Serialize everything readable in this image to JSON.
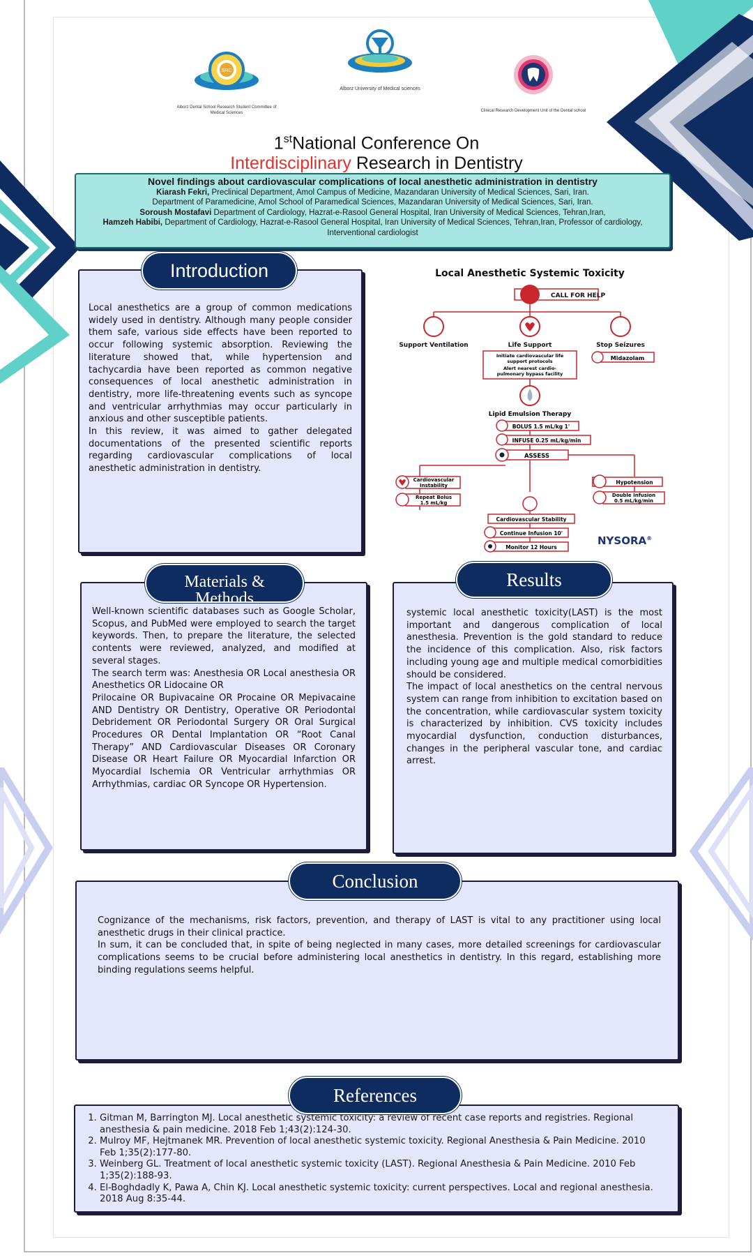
{
  "logos": {
    "left_caption": "Alborz Dental School Research Student Committee of Medical Sciences",
    "center_caption": "Alborz University of Medical sciences",
    "right_caption": "Clinical Research Development Unit of the Dental school",
    "left_badge": "SRC"
  },
  "title": {
    "line1_number": "1",
    "line1_sup": "st",
    "line1_rest": "National Conference On",
    "line2_red": "Interdisciplinary",
    "line2_rest": " Research in Dentistry"
  },
  "authors": {
    "headline": "Novel findings about cardiovascular complications of local anesthetic administration in dentistry",
    "a1_name": "Kiarash Fekri,",
    "a1_aff": " Preclinical Department, Amol Campus of Medicine, Mazandaran University of Medical Sciences, Sari, Iran.",
    "a1_aff2": "Department of Paramedicine, Amol School of Paramedical Sciences, Mazandaran University of Medical Sciences, Sari, Iran.",
    "a2_name": "Soroush Mostafavi",
    "a2_aff": " Department of Cardiology, Hazrat-e-Rasool General Hospital, Iran University of Medical Sciences, Tehran,Iran,",
    "a3_name": "Hamzeh Habibi,",
    "a3_aff": " Department of Cardiology, Hazrat-e-Rasool General Hospital, Iran University of Medical Sciences, Tehran,Iran, Professor of cardiology,",
    "a3_aff2": "Interventional cardiologist"
  },
  "introduction": {
    "title": "Introduction",
    "p1": "Local anesthetics are a group of common medications widely used in dentistry. Although many people consider them safe, various side effects have been reported to occur following systemic absorption. Reviewing the literature showed that, while hypertension and tachycardia have been reported as common negative consequences of local anesthetic administration in dentistry, more life-threatening events such as syncope and ventricular arrhythmias may occur particularly in anxious and other susceptible patients.",
    "p2": "In this review, it was aimed to gather delegated documentations of the presented scientific reports regarding cardiovascular complications of local anesthetic administration in dentistry."
  },
  "flowchart": {
    "title": "Local Anesthetic Systemic Toxicity",
    "call": "CALL FOR HELP",
    "support_ventilation": "Support Ventilation",
    "life_support": "Life Support",
    "stop_seizures": "Stop Seizures",
    "life_box_1": "Initiate cardiovascular life",
    "life_box_2": "support protocols",
    "life_box_3": "Alert nearest cardio-",
    "life_box_4": "pulmonary bypass facility",
    "midazolam": "Midazolam",
    "lipid": "Lipid Emulsion Therapy",
    "bolus": "BOLUS 1.5 mL/kg  1'",
    "infuse": "INFUSE 0.25 mL/kg/min",
    "assess": "ASSESS",
    "cv_instab_1": "Cardiovascular",
    "cv_instab_2": "Instability",
    "hypotension": "Hypotension",
    "repeat_1": "Repeat Bolus",
    "repeat_2": "1.5 mL/kg",
    "double_1": "Double Infusion",
    "double_2": "0.5 mL/kg/min",
    "cv_stability": "Cardiovascular Stability",
    "continue": "Continue Infusion 10'",
    "monitor": "Monitor 12 Hours",
    "brand": "NYSORA",
    "brand_mark": "®"
  },
  "methods": {
    "title_1": "Materials &",
    "title_2": "Methods",
    "p1": "Well-known scientific databases such as Google Scholar, Scopus, and PubMed were employed to search the target keywords. Then, to prepare the literature, the selected contents were reviewed, analyzed, and modified at several stages.",
    "p2": "The search term was: Anesthesia OR Local anesthesia OR Anesthetics OR Lidocaine OR",
    "p3": "Prilocaine OR Bupivacaine OR Procaine OR Mepivacaine AND Dentistry OR Dentistry, Operative OR Periodontal Debridement OR Periodontal Surgery OR Oral Surgical Procedures OR Dental Implantation OR “Root Canal Therapy” AND Cardiovascular Diseases OR Coronary Disease OR Heart Failure OR Myocardial Infarction OR Myocardial Ischemia OR Ventricular arrhythmias OR Arrhythmias, cardiac OR Syncope OR Hypertension."
  },
  "results": {
    "title": "Results",
    "p1": "systemic local anesthetic toxicity(LAST) is the most important and dangerous complication of local anesthesia. Prevention is the gold standard to reduce the incidence of this complication. Also, risk factors including young age and multiple medical comorbidities should be considered.",
    "p2": "The impact of local anesthetics on the central nervous system can range from inhibition to excitation based on the concentration, while cardiovascular system toxicity is characterized by inhibition. CVS toxicity includes myocardial dysfunction, conduction disturbances, changes in the peripheral vascular tone, and cardiac arrest."
  },
  "conclusion": {
    "title": "Conclusion",
    "p1": "Cognizance of the mechanisms, risk factors, prevention, and therapy of LAST is vital to any practitioner using local anesthetic drugs in their clinical practice.",
    "p2": "In sum, it can be concluded that, in spite of being neglected in many cases, more detailed screenings for cardiovascular complications seems to be crucial before administering local anesthetics in dentistry. In this regard, establishing more binding regulations seems helpful."
  },
  "references": {
    "title": "References",
    "items": [
      "Gitman M, Barrington MJ. Local anesthetic systemic toxicity: a review of recent case reports and registries. Regional anesthesia & pain medicine. 2018 Feb 1;43(2):124-30.",
      "Mulroy MF, Hejtmanek MR. Prevention of local anesthetic systemic toxicity. Regional Anesthesia & Pain Medicine. 2010 Feb 1;35(2):177-80.",
      "Weinberg GL. Treatment of local anesthetic systemic toxicity (LAST). Regional Anesthesia & Pain Medicine. 2010 Feb 1;35(2):188-93.",
      "El-Boghdadly K, Pawa A, Chin KJ. Local anesthetic systemic toxicity: current perspectives. Local and regional anesthesia. 2018 Aug 8:35-44."
    ]
  },
  "colors": {
    "navy": "#0e2c5f",
    "teal": "#5fd1c9",
    "panel": "#e4e6fb",
    "accent_red": "#e0332f",
    "flow_red": "#c8262c"
  }
}
